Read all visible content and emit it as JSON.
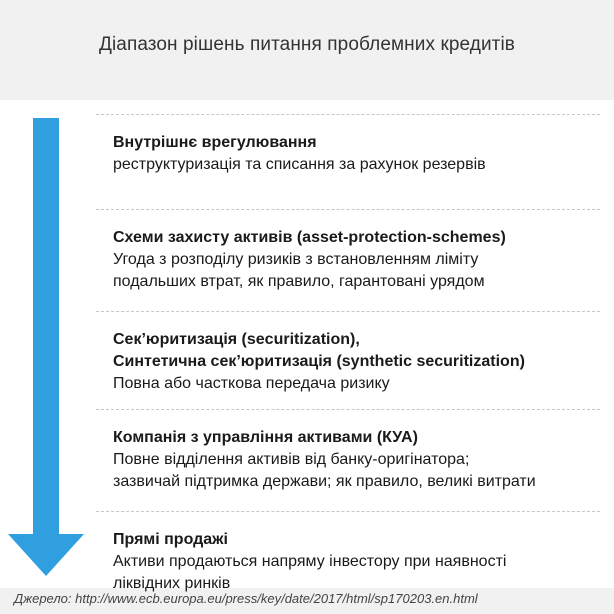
{
  "title": "Діапазон рішень питання проблемних кредитів",
  "colors": {
    "arrow": "#2f9fdf",
    "panel": "#ffffff",
    "background": "#f1f1f1"
  },
  "items": [
    {
      "title": "Внутрішнє врегулювання",
      "desc": "реструктуризація та списання за рахунок резервів"
    },
    {
      "title": "Схеми захисту активів (asset-protection-schemes)",
      "desc": "Угода з розподілу ризиків з встановленням ліміту\nподальших втрат, як правило, гарантовані урядом"
    },
    {
      "title": "Секʼюритизація (securitization),\nСинтетична секʼюритизація (synthetic securitization)",
      "desc": "Повна або часткова передача ризику"
    },
    {
      "title": "Компанія з управління активами (КУА)",
      "desc": "Повне відділення активів від банку-оригінатора;\nзазвичай підтримка держави; як правило, великі витрати"
    },
    {
      "title": "Прямі продажі",
      "desc": "Активи продаються напряму інвестору при наявності\nліквідних ринків"
    }
  ],
  "source": "Джерело: http://www.ecb.europa.eu/press/key/date/2017/html/sp170203.en.html"
}
